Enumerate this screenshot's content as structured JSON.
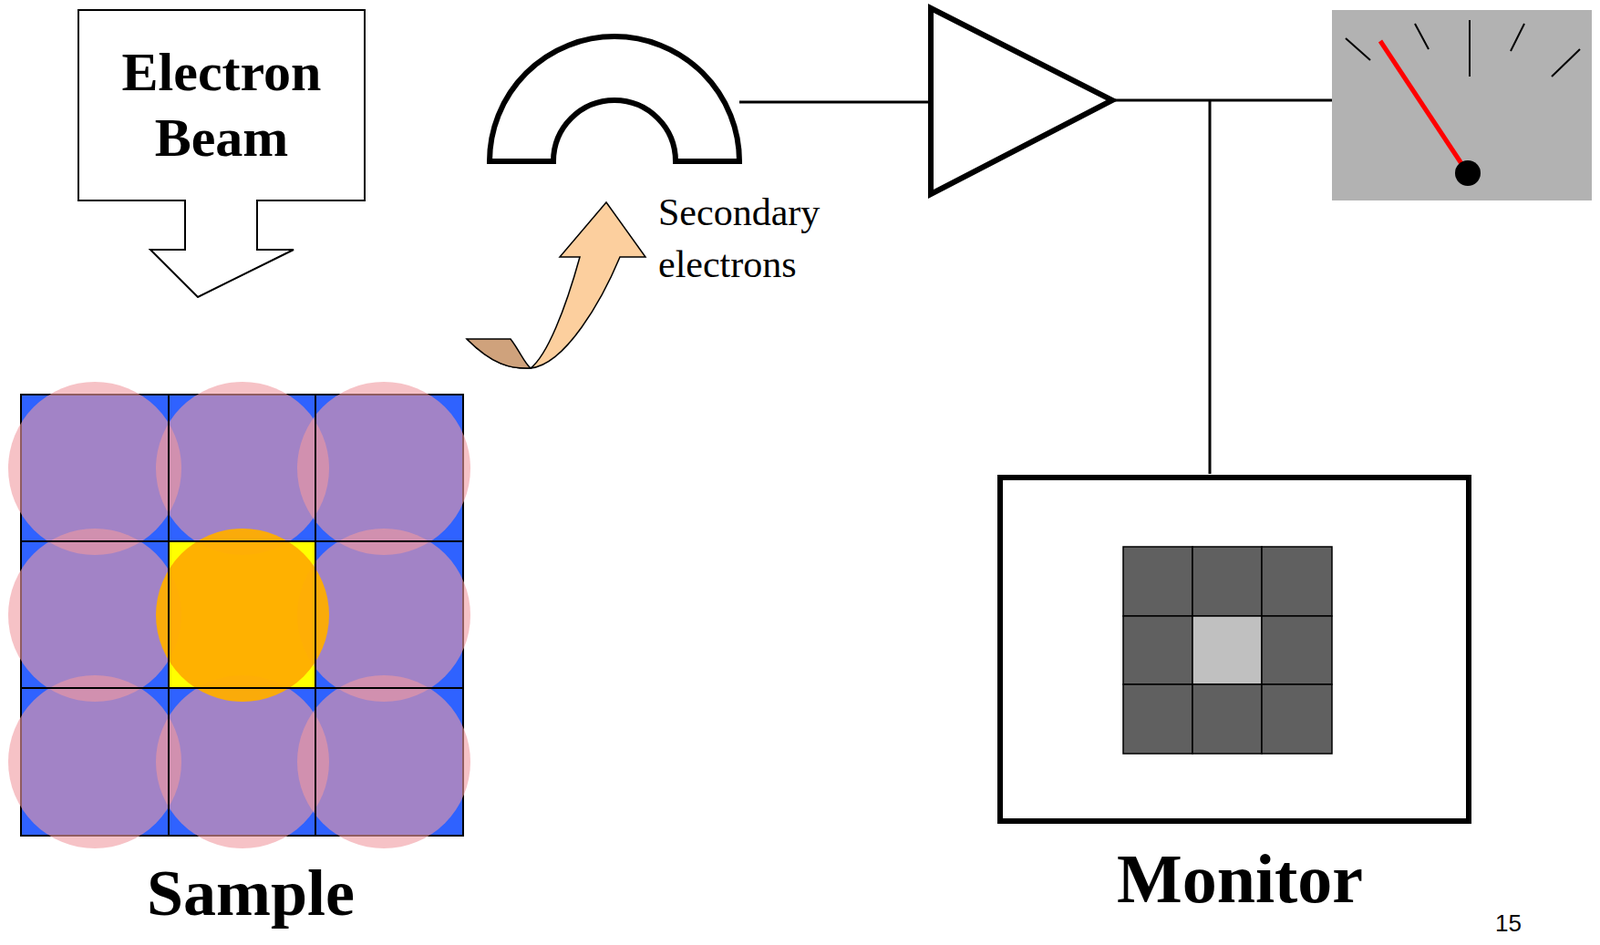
{
  "diagram": {
    "nodes": [
      {
        "text": [
          "Electron Beam"
        ]
      },
      {
        "text": [
          "Sample"
        ]
      },
      {
        "text": [
          "Monitor"
        ]
      }
    ],
    "labels": [
      "Secondary electrons",
      "15"
    ]
  }
}
